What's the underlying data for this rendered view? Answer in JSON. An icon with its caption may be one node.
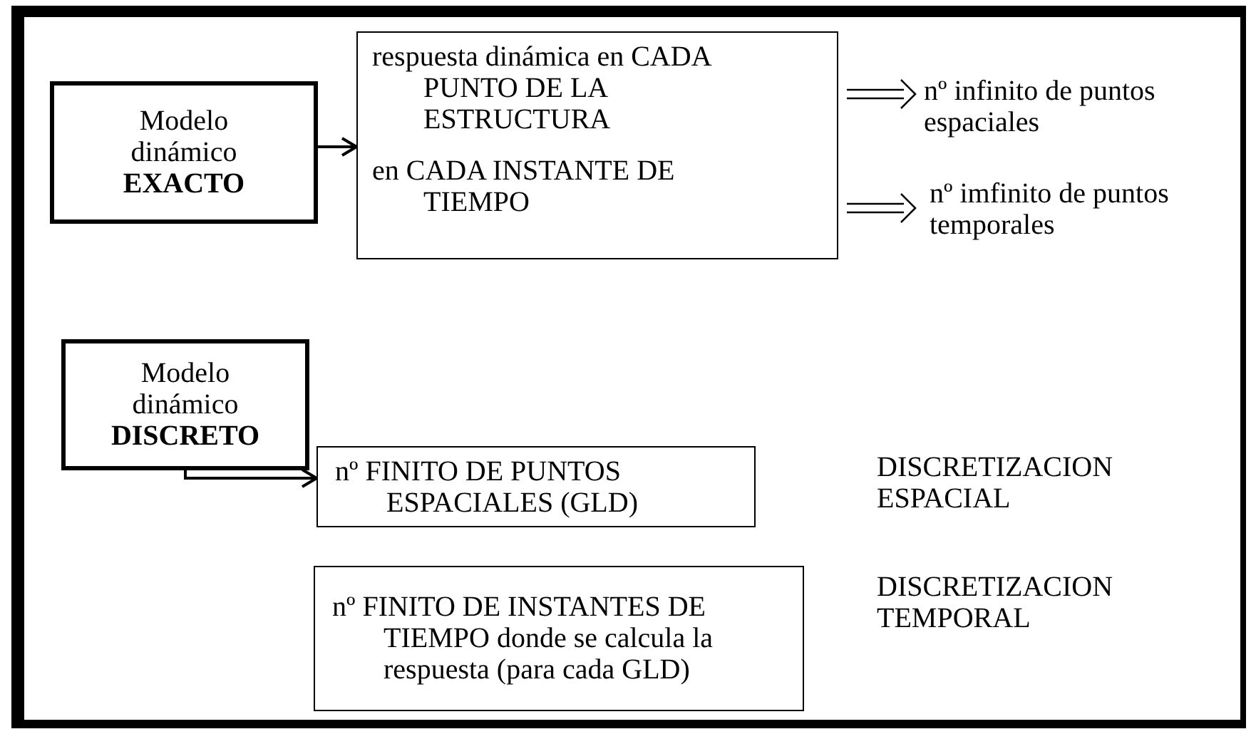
{
  "diagram": {
    "nodes": [
      {
        "text": [
          "Modelo dinámico",
          "EXACTO"
        ]
      },
      {
        "text": [
          "respuesta dinámica en CADA PUNTO DE LA ESTRUCTURA",
          "en CADA INSTANTE DE TIEMPO"
        ]
      },
      {
        "text": [
          "nº infinito de puntos espaciales"
        ]
      },
      {
        "text": [
          "nº imfinito de puntos temporales"
        ]
      },
      {
        "text": [
          "Modelo dinámico",
          "DISCRETO"
        ]
      },
      {
        "text": [
          "nº FINITO DE PUNTOS ESPACIALES (GLD)"
        ]
      },
      {
        "text": [
          "nº FINITO DE INSTANTES DE TIEMPO donde se calcula la respuesta (para cada GLD)"
        ]
      }
    ],
    "edges": [
      {
        "from": 0,
        "to": 1,
        "arrow": "to"
      },
      {
        "from": 1,
        "to": 2,
        "arrow": "to"
      },
      {
        "from": 1,
        "to": 3,
        "arrow": "to"
      },
      {
        "from": 4,
        "to": 5,
        "arrow": "to"
      }
    ],
    "labels": [
      "DISCRETIZACION ESPACIAL",
      "DISCRETIZACION TEMPORAL"
    ]
  }
}
